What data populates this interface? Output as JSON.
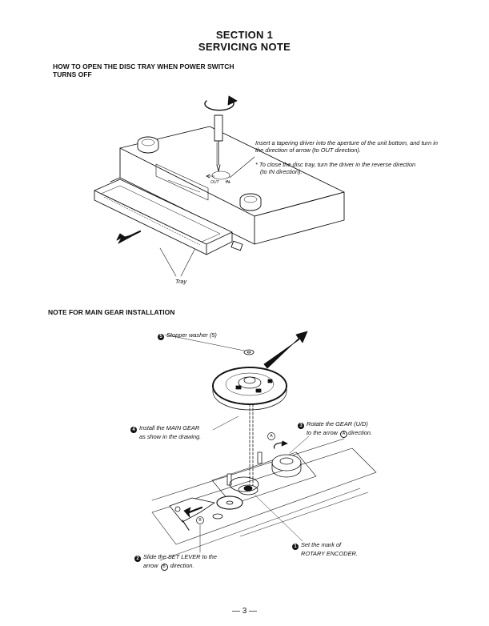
{
  "section": {
    "title_line1": "SECTION 1",
    "title_line2": "SERVICING NOTE"
  },
  "disc_tray": {
    "heading_line1": "HOW TO OPEN THE DISC TRAY WHEN POWER SWITCH",
    "heading_line2": "TURNS OFF",
    "instruction_line1": "Insert a tapering driver into the aperture of the unit bottom, and turn in",
    "instruction_line2": "the direction of arrow (to OUT direction).",
    "note_line1": "* To close the disc tray, turn the driver in the reverse direction",
    "note_line2": "(to IN direction).",
    "label_out": "OUT",
    "label_in": "IN",
    "tray_label": "Tray"
  },
  "main_gear": {
    "heading": "NOTE FOR MAIN GEAR INSTALLATION",
    "step5_num": "5",
    "step5": "Stopper washer (5)",
    "step4_num": "4",
    "step4_line1": "Install the MAIN GEAR",
    "step4_line2": "as show in the drawing.",
    "step3_num": "3",
    "step3_line1": "Rotate the GEAR (U/D)",
    "step3_line2a": "to the arrow",
    "step3_line2b": "direction.",
    "step1_num": "1",
    "step1_line1": "Set the mark of",
    "step1_line2": "ROTARY ENCODER.",
    "step2_num": "2",
    "step2_line1": "Slide the SET LEVER to the",
    "step2_line2a": "arrow",
    "step2_line2b": "direction.",
    "arrow_a": "A",
    "arrow_b": "B"
  },
  "footer": {
    "page_number": "— 3 —"
  }
}
